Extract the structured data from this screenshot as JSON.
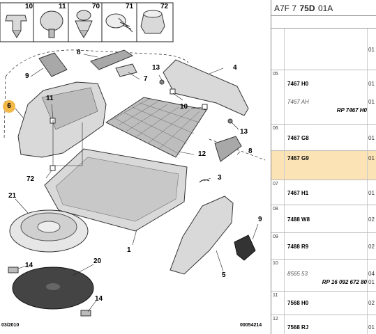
{
  "diagram": {
    "callouts": [
      "10",
      "11",
      "70",
      "71",
      "72",
      "8",
      "9",
      "7",
      "13",
      "4",
      "6",
      "11",
      "10",
      "12",
      "8",
      "13",
      "72",
      "3",
      "21",
      "1",
      "9",
      "14",
      "20",
      "14",
      "5"
    ],
    "footer_left": "03/2010",
    "footer_right": "00054214"
  },
  "panel": {
    "header": {
      "prefix": "A7F 7",
      "bold": "75D",
      "suffix": "01A"
    },
    "top_qty": "01",
    "rows": [
      {
        "idx": "05",
        "code": "7467 H0",
        "alt": "7467 AH",
        "rp": "RP 7467 H0",
        "q1": "01",
        "q2": "01"
      },
      {
        "idx": "06",
        "code": "7467 G8",
        "q1": "01"
      },
      {
        "idx": "",
        "code": "7467 G9",
        "q1": "01",
        "highlight": true
      },
      {
        "idx": "07",
        "code": "7467 H1",
        "q1": "01"
      },
      {
        "idx": "08",
        "code": "7488 W8",
        "q1": "02"
      },
      {
        "idx": "09",
        "code": "7488 R9",
        "q1": "02"
      },
      {
        "idx": "10",
        "code": "",
        "alt": "8565 53",
        "rp": "RP 16 092 672 80",
        "q1": "04",
        "q2": "01"
      },
      {
        "idx": "11",
        "code": "7568 H0",
        "q1": "02"
      },
      {
        "idx": "12",
        "code": "7568 RJ",
        "q1": "01"
      }
    ]
  },
  "colors": {
    "highlight": "#fbe3b6",
    "part_fill": "#d9d9d9",
    "part_dark": "#a8a8a8"
  },
  "icons": [
    "clip-icon",
    "push-rivet-icon",
    "screw-clip-icon",
    "fir-tree-clip-icon",
    "grommet-icon"
  ]
}
